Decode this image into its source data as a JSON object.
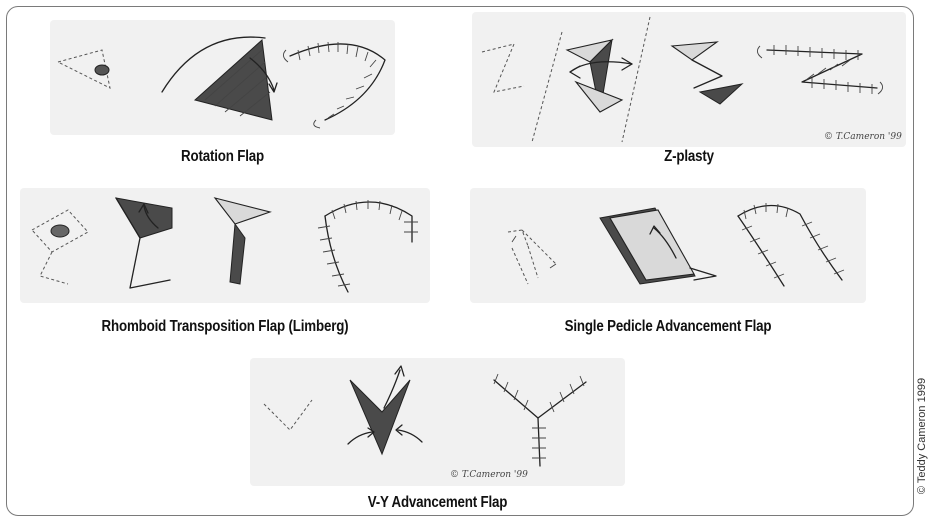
{
  "figure": {
    "panels": {
      "rotation": {
        "caption": "Rotation Flap"
      },
      "zplasty": {
        "caption": "Z-plasty",
        "signature": "© T.Cameron '99"
      },
      "rhomboid": {
        "caption": "Rhomboid Transposition Flap (Limberg)"
      },
      "pedicle": {
        "caption": "Single Pedicle Advancement Flap"
      },
      "vy": {
        "caption": "V-Y Advancement Flap",
        "signature": "© T.Cameron '99"
      }
    },
    "copyright": "© Teddy Cameron 1999"
  }
}
